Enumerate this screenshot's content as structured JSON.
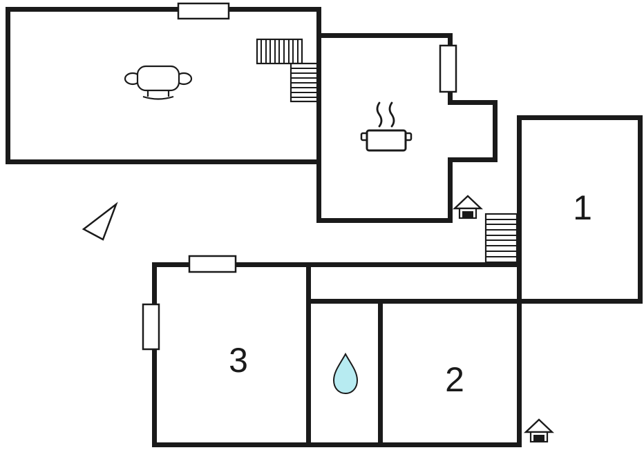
{
  "floorplan": {
    "rooms": [
      {
        "label": "1"
      },
      {
        "label": "2"
      },
      {
        "label": "3"
      }
    ],
    "colors": {
      "wall": "#1a1a1a",
      "floor": "#ffffff",
      "water_drop_fill": "#b7ebf1"
    },
    "icons": [
      "sofa-icon",
      "stove-icon",
      "stairs-icon-upper",
      "stairs-icon-lower",
      "window-icon",
      "house-entrance-icon-upper",
      "house-entrance-icon-lower",
      "north-arrow-icon",
      "water-drop-icon"
    ]
  }
}
